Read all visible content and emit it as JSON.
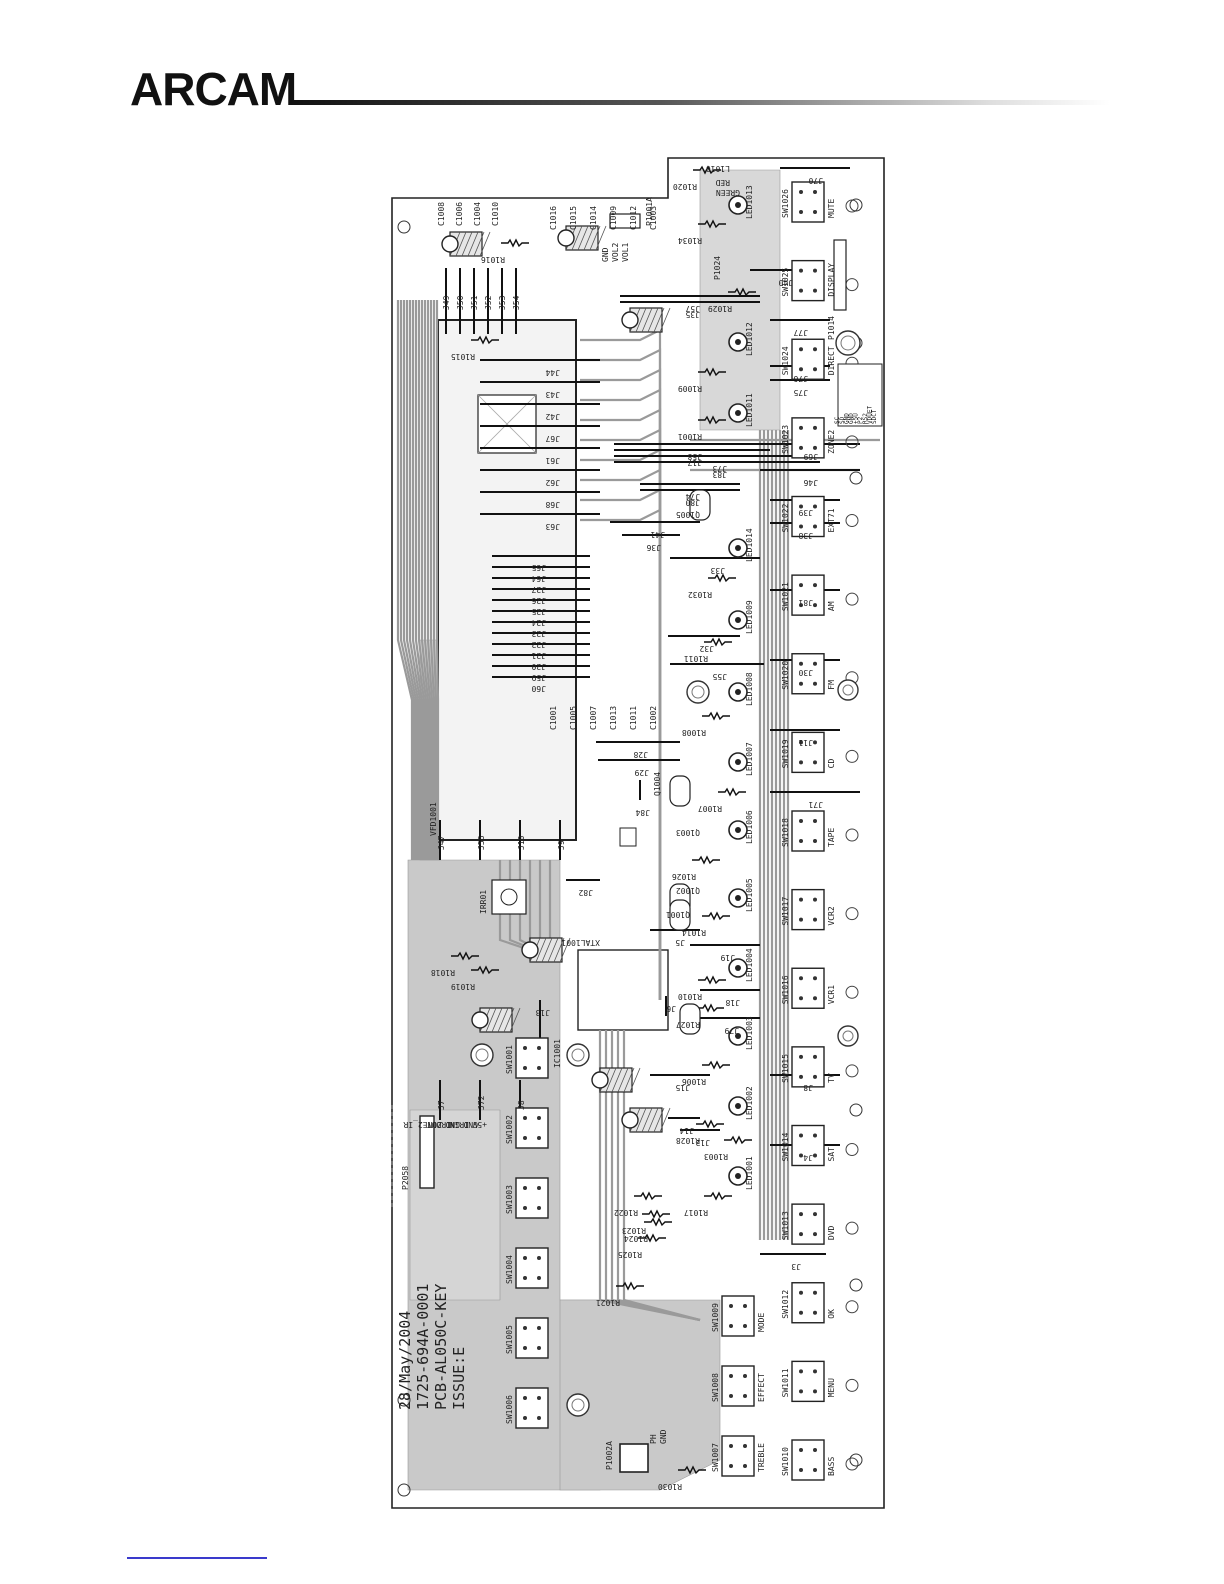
{
  "header": {
    "brand": "ARCAM"
  },
  "board": {
    "date": "28/May/2004",
    "part_number": "1725-694A-0001",
    "pcb_name": "PCB-AL050C-KEY",
    "issue": "ISSUE:E"
  },
  "buttons_right": [
    {
      "ref": "SW1026",
      "label": "MUTE"
    },
    {
      "ref": "SW1025",
      "label": "DISPLAY"
    },
    {
      "ref": "SW1024",
      "label": "DIRECT"
    },
    {
      "ref": "SW1023",
      "label": "ZONE2"
    },
    {
      "ref": "SW1022",
      "label": "EXT71"
    },
    {
      "ref": "SW1021",
      "label": "AM"
    },
    {
      "ref": "SW1020",
      "label": "FM"
    },
    {
      "ref": "SW1019",
      "label": "CD"
    },
    {
      "ref": "SW1018",
      "label": "TAPE"
    },
    {
      "ref": "SW1017",
      "label": "VCR2"
    },
    {
      "ref": "SW1016",
      "label": "VCR1"
    },
    {
      "ref": "SW1015",
      "label": "TV"
    },
    {
      "ref": "SW1014",
      "label": "SAT"
    },
    {
      "ref": "SW1013",
      "label": "DVD"
    },
    {
      "ref": "SW1012",
      "label": "OK"
    },
    {
      "ref": "SW1011",
      "label": "MENU"
    },
    {
      "ref": "SW1010",
      "label": "BASS"
    }
  ],
  "buttons_mid": [
    {
      "ref": "SW1009",
      "label": "MODE"
    },
    {
      "ref": "SW1008",
      "label": "EFFECT"
    },
    {
      "ref": "SW1007",
      "label": "TREBLE"
    }
  ],
  "buttons_left": [
    "SW1002",
    "SW1003",
    "SW1004",
    "SW1005",
    "SW1006",
    "SW1001"
  ],
  "leds": [
    "LED1013",
    "LED1012",
    "LED1011",
    "LED1014",
    "LED1009",
    "LED1008",
    "LED1007",
    "LED1006",
    "LED1005",
    "LED1004",
    "LED1003",
    "LED1002",
    "LED1001"
  ],
  "connector_p2058": {
    "ref": "P2058",
    "pins": [
      "ZONE2_IR",
      "IROUT",
      "GND",
      "IRIN",
      "GND",
      "+5V"
    ]
  },
  "connector_p1014": {
    "ref": "P1014",
    "pins": [
      "SDCT",
      "VDUET",
      "RS2",
      "P2",
      "+5U",
      "GND",
      "GND",
      "SD",
      "SC"
    ]
  },
  "connector_p1002": {
    "ref": "P1002A",
    "pins": [
      "PH",
      "GND"
    ]
  },
  "vol_header": {
    "ref": "P1001A",
    "pins": [
      "VOL1",
      "VOL2",
      "GND"
    ]
  },
  "display_ref": "VFD1001",
  "ic_refs": [
    "IC1001",
    "IRR01"
  ],
  "jumpers_right": [
    "J70",
    "J40",
    "J77",
    "J76",
    "J75",
    "J69",
    "J46",
    "J39",
    "J38",
    "J81",
    "J30",
    "J11",
    "J71",
    "J8",
    "J4",
    "J3"
  ],
  "jumpers_mid": [
    "J57",
    "J58",
    "J73",
    "J74",
    "J41",
    "J36",
    "J33",
    "J32",
    "J55",
    "J28",
    "J29",
    "J84",
    "J19",
    "J18",
    "J79",
    "J15",
    "J14",
    "J13",
    "J82",
    "J5",
    "J6",
    "J12",
    "J35",
    "J17",
    "J83",
    "J80"
  ],
  "jumpers_left": [
    "J49",
    "J50",
    "J51",
    "J52",
    "J53",
    "J54",
    "J44",
    "J43",
    "J42",
    "J67",
    "J61",
    "J62",
    "J68",
    "J63",
    "J65",
    "J64",
    "J27",
    "J26",
    "J25",
    "J24",
    "J23",
    "J22",
    "J21",
    "J20",
    "J59",
    "J60",
    "J47",
    "J56",
    "J10",
    "J9",
    "J7",
    "J72",
    "J8"
  ],
  "resistors": [
    "R1020",
    "R1034",
    "R1029",
    "R1009",
    "R1001",
    "R1032",
    "R1011",
    "R1008",
    "R1007",
    "R1026",
    "R1014",
    "R1010",
    "R1027",
    "R1006",
    "R1028",
    "R1003",
    "R1017",
    "R1016",
    "R1015",
    "R1018",
    "R1019",
    "R1021",
    "R1022",
    "R1023",
    "R1024",
    "R1025",
    "R1030"
  ],
  "capacitors": [
    "C1008",
    "C1006",
    "C1004",
    "C1010",
    "C1016",
    "C1015",
    "C1014",
    "C1009",
    "C1012",
    "C1003",
    "C1001",
    "C1005",
    "C1007",
    "C1013",
    "C1011",
    "C1002"
  ],
  "misc_refs": [
    "L1010",
    "P1024",
    "RED",
    "GREEN",
    "Q1005",
    "Q1004",
    "Q1003",
    "Q1002",
    "Q1001",
    "XTAL1001"
  ]
}
